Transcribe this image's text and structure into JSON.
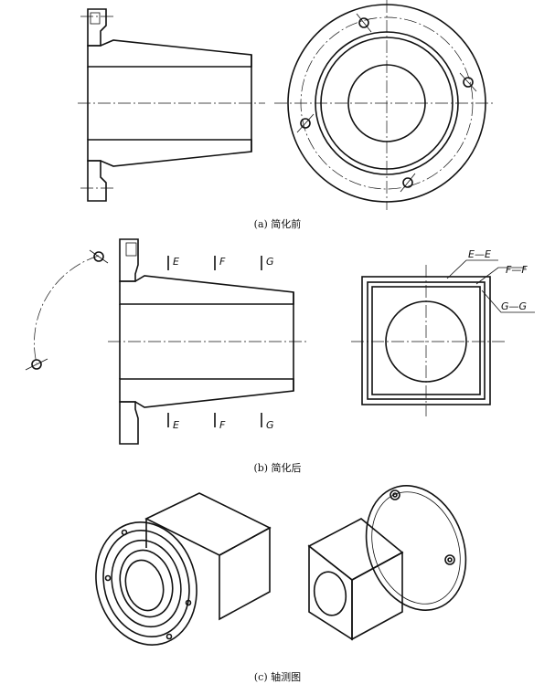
{
  "captions": {
    "a": "(a) 简化前",
    "b": "(b) 简化后",
    "c": "(c) 轴测图"
  },
  "section_marks": {
    "e": "E",
    "f": "F",
    "g": "G"
  },
  "section_labels": {
    "ee": "E—E",
    "ff": "F—F",
    "gg": "G—G"
  }
}
